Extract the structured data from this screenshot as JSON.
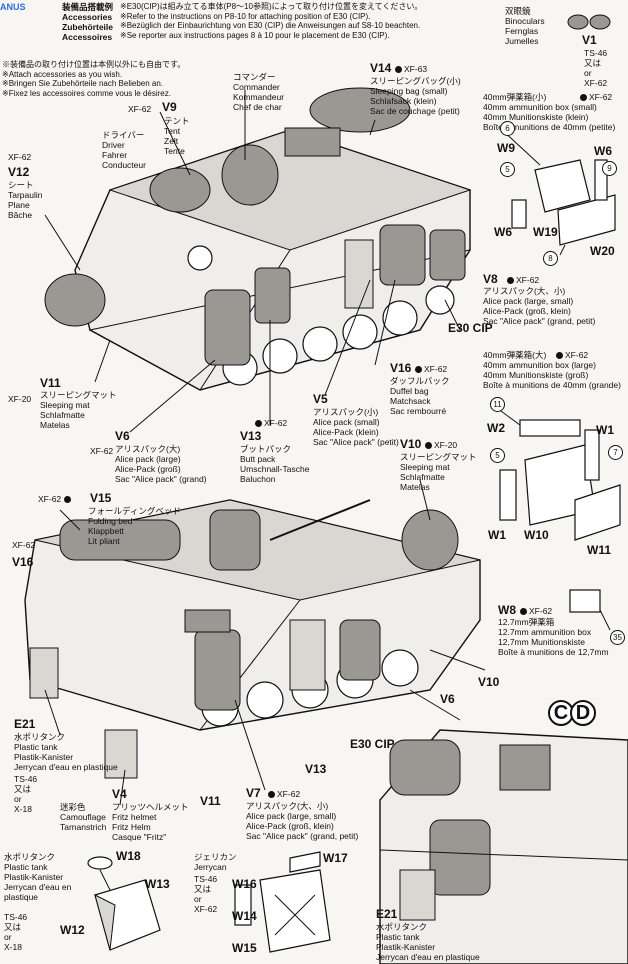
{
  "header": {
    "logo": "ANUS",
    "title_block": "装備品搭載例\nAccessories\nZubehörteile\nAccessoires",
    "note_e30": "※E30(CIP)は組み立てる車体(P8〜10参照)によって取り付け位置を変えてください。\n※Refer to the instructions on P8-10 for attaching position of E30 (CIP).\n※Bezüglich der Einbaurichtung von E30 (CIP) die Anweisungen auf S8-10 beachten.\n※Se reporter aux instructions pages 8 à 10 pour le placement de E30 (CIP).",
    "note_attach": "※装備品の取り付け位置は本例以外にも自由です。\n※Attach accessories as you wish.\n※Bringen Sie Zubehörteile nach Belieben an.\n※Fixez les accessoires comme vous le désirez."
  },
  "parts": [
    {
      "code": "V12",
      "paint": "XF-62",
      "label": "シート\nTarpaulin\nPlane\nBâche"
    },
    {
      "code": "V9",
      "paint": "XF-62",
      "label": "テント\nTent\nZelt\nTente"
    },
    {
      "code": "V14",
      "paint": "XF-63",
      "label": "スリーピングバッグ(小)\nSleeping bag (small)\nSchlafsack (klein)\nSac de couchage (petit)"
    },
    {
      "code": "V11",
      "paint": "XF-20",
      "label": "スリーピングマット\nSleeping mat\nSchlafmatte\nMatelas"
    },
    {
      "code": "V6",
      "paint": "XF-62",
      "label": "アリスパック(大)\nAlice pack (large)\nAlice-Pack (groß)\nSac \"Alice pack\" (grand)"
    },
    {
      "code": "V13",
      "paint": "XF-62",
      "label": "ブットパック\nButt pack\nUmschnall-Tasche\nBaluchon"
    },
    {
      "code": "V5",
      "paint": "",
      "label": "アリスパック(小)\nAlice pack (small)\nAlice-Pack (klein)\nSac \"Alice pack\" (petit)"
    },
    {
      "code": "V16",
      "paint": "XF-62",
      "label": "ダッフルバック\nDuffel bag\nMatchsack\nSac rembourré"
    },
    {
      "code": "V10",
      "paint": "XF-20",
      "label": "スリーピングマット\nSleeping mat\nSchlafmatte\nMatelas"
    },
    {
      "code": "V15",
      "paint": "XF-62",
      "label": "フォールディングベッド\nFolding bed\nKlappbett\nLit pliant"
    },
    {
      "code": "V8",
      "paint": "XF-62",
      "label": "アリスパック(大、小)\nAlice pack (large, small)\nAlice-Pack (groß, klein)\nSac \"Alice pack\" (grand, petit)"
    },
    {
      "code": "W8",
      "paint": "XF-62",
      "label": "12.7mm弾薬箱\n12.7mm ammunition box\n12,7mm Munitionskiste\nBoîte à munitions de 12,7mm"
    },
    {
      "code": "E21",
      "paint": "",
      "label": "水ポリタンク\nPlastic tank\nPlastik-Kanister\nJerrycan d'eau en plastique"
    },
    {
      "code": "V4",
      "paint": "",
      "label": "フリッツヘルメット\nFritz helmet\nFritz Helm\nCasque \"Fritz\""
    },
    {
      "code": "V7",
      "paint": "XF-62",
      "label": "アリスパック(大、小)\nAlice pack (large, small)\nAlice-Pack (groß, klein)\nSac \"Alice pack\" (grand, petit)"
    }
  ],
  "labels": {
    "commander": "コマンダー\nCommander\nKommandeur\nChef de char",
    "driver": "ドライバー\nDriver\nFahrer\nConducteur",
    "e30": "E30\nCIP",
    "e30_b": "E30\nCIP",
    "v6_b": "V6",
    "v10_b": "V10",
    "v13_b": "V13",
    "v11_b": "V11",
    "v16_a": "V16",
    "paint_v16a": "XF-62",
    "camouflage": "迷彩色\nCamouflage\nTarnanstrich",
    "ts46_v4": "TS-46\n又は\nor\nX-18",
    "ts46_e21": "TS-46\n又は\nor\nX-18"
  },
  "binoculars": {
    "title": "双眼鏡\nBinoculars\nFernglas\nJumelles",
    "code": "V1",
    "paint": "TS-46\n又は\nor\nXF-62"
  },
  "ammo_small": {
    "title": "40mm弾薬箱(小)\n40mm ammunition box (small)\n40mm Munitionskiste (klein)\nBoîte à munitions de 40mm (petite)",
    "paint": "XF-62",
    "parts": [
      "W9",
      "W6",
      "W6",
      "W19",
      "W20"
    ],
    "steps": [
      "6",
      "5",
      "9",
      "8"
    ]
  },
  "ammo_large": {
    "title": "40mm弾薬箱(大)\n40mm ammunition box (large)\n40mm Munitionskiste (groß)\nBoîte à munitions de 40mm (grande)",
    "paint": "XF-62",
    "parts": [
      "W2",
      "W1",
      "W1",
      "W10",
      "W11"
    ],
    "steps": [
      "11",
      "5",
      "7"
    ]
  },
  "w8_step": "35",
  "water_tank": {
    "title": "水ポリタンク\nPlastic tank\nPlastik-Kanister\nJerrycan d'eau en\nplastique",
    "paint": "TS-46\n又は\nor\nX-18",
    "parts": [
      "W18",
      "W13",
      "W12"
    ]
  },
  "jerrycan": {
    "title": "ジェリカン\nJerrycan",
    "paint": "TS-46\n又は\nor\nXF-62",
    "parts": [
      "W17",
      "W16",
      "W14",
      "W15"
    ]
  },
  "cd_badge": [
    "C",
    "D"
  ],
  "e21_b": {
    "code": "E21",
    "label": "水ポリタンク\nPlastic tank\nPlastik-Kanister\nJerrycan d'eau en plastique"
  }
}
